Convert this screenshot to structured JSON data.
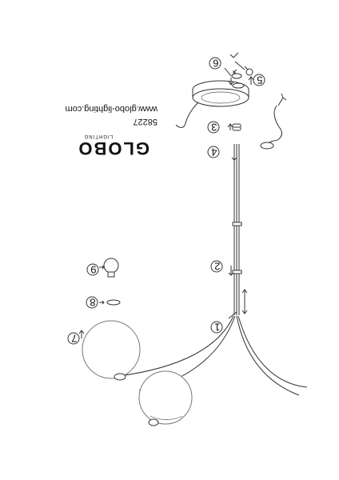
{
  "brand": {
    "name": "GLOBO",
    "tagline": "LIGHTING",
    "model": "58227",
    "website": "www.globo-lighting.com"
  },
  "steps": {
    "s1": "1",
    "s2": "2",
    "s3": "3",
    "s4": "4",
    "s5": "5",
    "s6": "6",
    "s7": "7",
    "s8": "8",
    "s9": "9"
  }
}
